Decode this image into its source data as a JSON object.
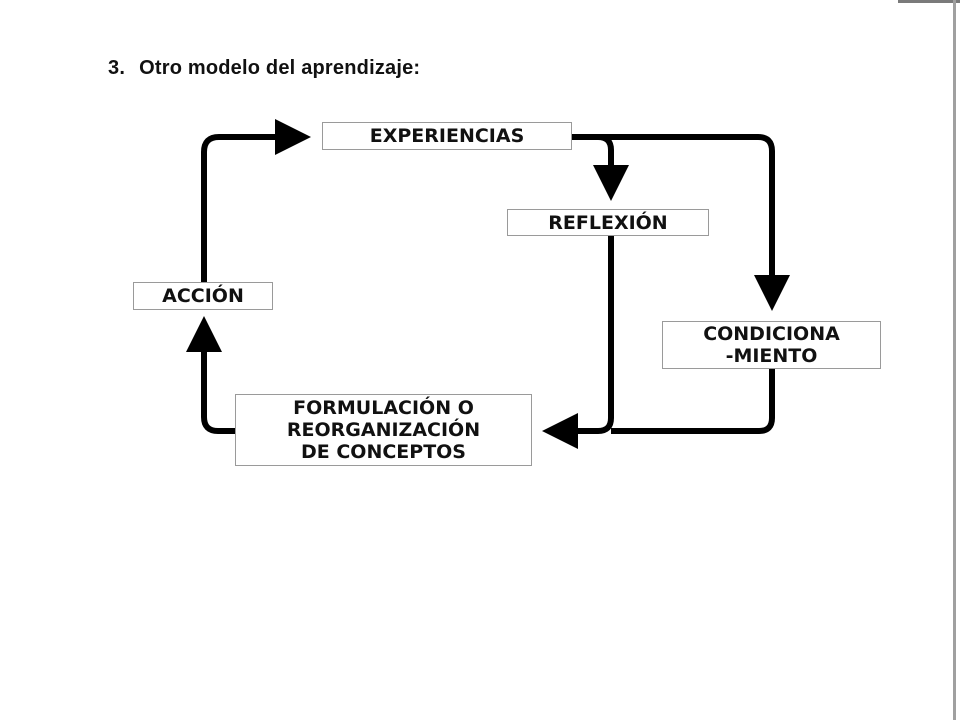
{
  "heading": {
    "number": "3.",
    "title": "Otro modelo del aprendizaje:"
  },
  "diagram": {
    "nodes": {
      "experiencias": "EXPERIENCIAS",
      "reflexion": "REFLEXIÓN",
      "accion": "ACCIÓN",
      "condicionamiento": [
        "CONDICIONA",
        "-MIENTO"
      ],
      "formulacion": [
        "FORMULACIÓN O",
        "REORGANIZACIÓN",
        "DE CONCEPTOS"
      ]
    },
    "line_color": "#000000"
  }
}
